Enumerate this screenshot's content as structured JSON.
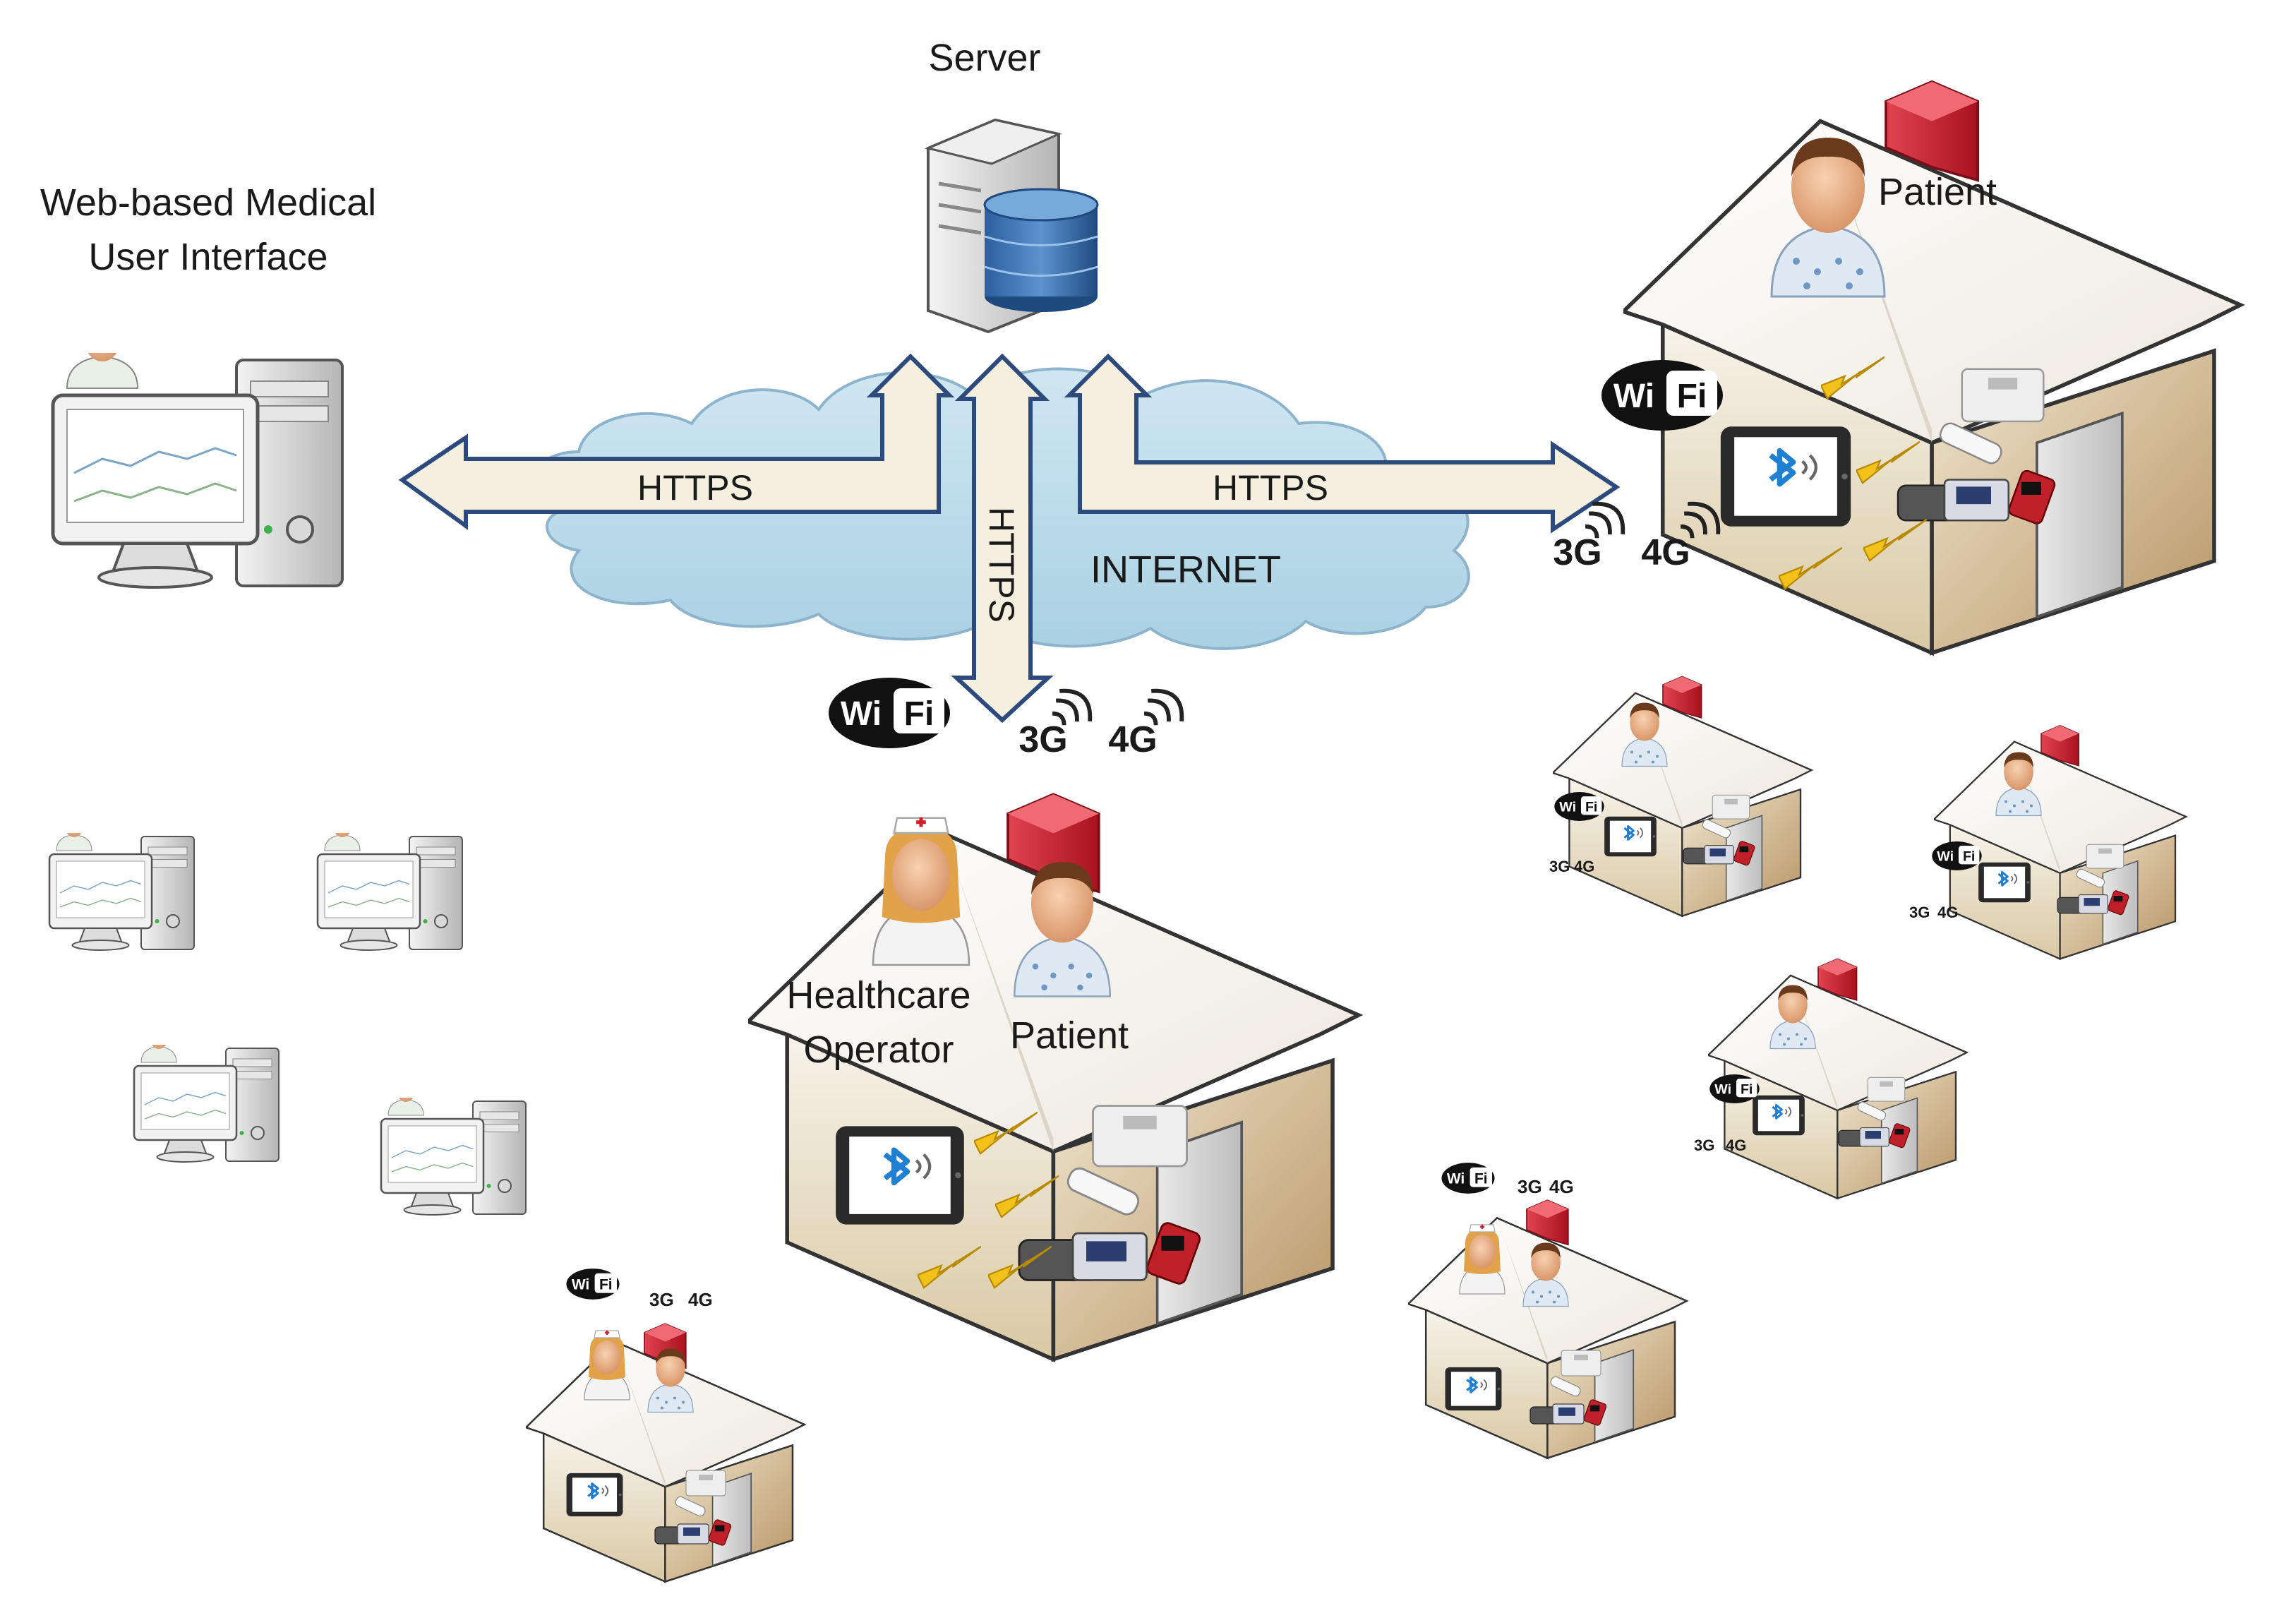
{
  "labels": {
    "server": "Server",
    "web_ui_line1": "Web-based Medical",
    "web_ui_line2": "User Interface",
    "internet": "INTERNET",
    "https_left": "HTTPS",
    "https_right": "HTTPS",
    "https_vertical": "HTTPS",
    "patient_top": "Patient",
    "healthcare_line1": "Healthcare",
    "healthcare_line2": "Operator",
    "patient_center": "Patient"
  },
  "badges": {
    "wifi_wi": "Wi",
    "wifi_fi": "Fi",
    "net_3g": "3G",
    "net_4g": "4G"
  },
  "colors": {
    "arrow_fill": "#f5efe0",
    "arrow_stroke": "#2c4a7e",
    "cloud_fill": "#bcdcea",
    "cloud_stroke": "#8db4cc",
    "house_wall": "#ece3cc",
    "house_wall_dark": "#c6a878",
    "house_roof_edge": "#333333",
    "chimney": "#d8313f",
    "bolt": "#f0c020",
    "bluetooth": "#1f7fd0"
  },
  "icons": {
    "server": "server-database-icon",
    "computer": "doctor-computer-icon",
    "cloud": "internet-cloud-icon",
    "house": "patient-house-icon",
    "tablet": "bluetooth-tablet-icon",
    "wifi": "wifi-logo-icon",
    "signal": "cellular-signal-icon",
    "bolt": "wireless-bolt-icon",
    "patient": "patient-avatar-icon",
    "nurse": "nurse-avatar-icon"
  }
}
